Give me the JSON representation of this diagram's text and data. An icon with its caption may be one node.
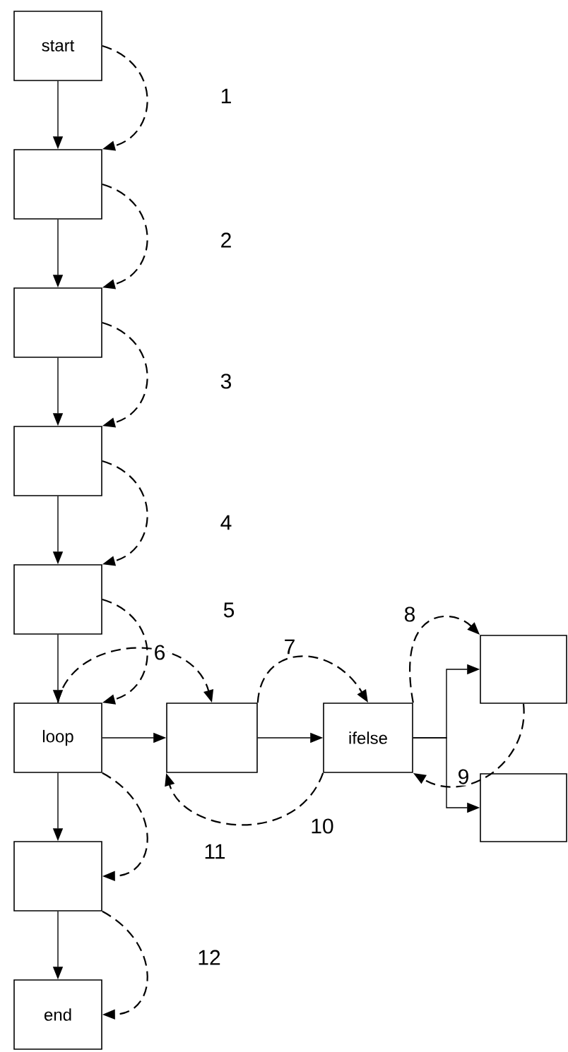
{
  "diagram": {
    "nodes": [
      {
        "text": [
          "start"
        ]
      },
      {
        "text": [],
        "shape": "box"
      },
      {
        "text": [],
        "shape": "box"
      },
      {
        "text": [],
        "shape": "box"
      },
      {
        "text": [],
        "shape": "box"
      },
      {
        "text": [
          "loop"
        ]
      },
      {
        "text": [],
        "shape": "box"
      },
      {
        "text": [
          "ifelse"
        ]
      },
      {
        "text": [],
        "shape": "box"
      },
      {
        "text": [],
        "shape": "box"
      },
      {
        "text": [],
        "shape": "box"
      },
      {
        "text": [
          "end"
        ]
      }
    ],
    "edges": [
      {
        "from": 0,
        "to": 1,
        "arrow": "to"
      },
      {
        "from": 1,
        "to": 2,
        "arrow": "to"
      },
      {
        "from": 2,
        "to": 3,
        "arrow": "to"
      },
      {
        "from": 3,
        "to": 4,
        "arrow": "to"
      },
      {
        "from": 4,
        "to": 5,
        "arrow": "to"
      },
      {
        "from": 5,
        "to": 6,
        "arrow": "to"
      },
      {
        "from": 6,
        "to": 7,
        "arrow": "to"
      },
      {
        "from": 7,
        "to": 8,
        "arrow": "to"
      },
      {
        "from": 7,
        "to": 9,
        "arrow": "to"
      },
      {
        "from": 5,
        "to": 10,
        "arrow": "to"
      },
      {
        "from": 10,
        "to": 11,
        "arrow": "to"
      },
      {
        "from": 0,
        "to": 1,
        "arrow": "to",
        "style": "dashed",
        "label": "1"
      },
      {
        "from": 1,
        "to": 2,
        "arrow": "to",
        "style": "dashed",
        "label": "2"
      },
      {
        "from": 2,
        "to": 3,
        "arrow": "to",
        "style": "dashed",
        "label": "3"
      },
      {
        "from": 3,
        "to": 4,
        "arrow": "to",
        "style": "dashed",
        "label": "4"
      },
      {
        "from": 4,
        "to": 5,
        "arrow": "to",
        "style": "dashed",
        "label": "5"
      },
      {
        "from": 5,
        "to": 6,
        "arrow": "to",
        "style": "dashed",
        "label": "6"
      },
      {
        "from": 6,
        "to": 7,
        "arrow": "to",
        "style": "dashed",
        "label": "7"
      },
      {
        "from": 7,
        "to": 8,
        "arrow": "to",
        "style": "dashed",
        "label": "8"
      },
      {
        "from": 8,
        "to": 7,
        "arrow": "to",
        "style": "dashed",
        "label": "9"
      },
      {
        "from": 7,
        "to": 6,
        "arrow": "to",
        "style": "dashed",
        "label": "10"
      },
      {
        "from": 5,
        "to": 10,
        "arrow": "to",
        "style": "dashed",
        "label": "11"
      },
      {
        "from": 10,
        "to": 11,
        "arrow": "to",
        "style": "dashed",
        "label": "12"
      }
    ]
  }
}
